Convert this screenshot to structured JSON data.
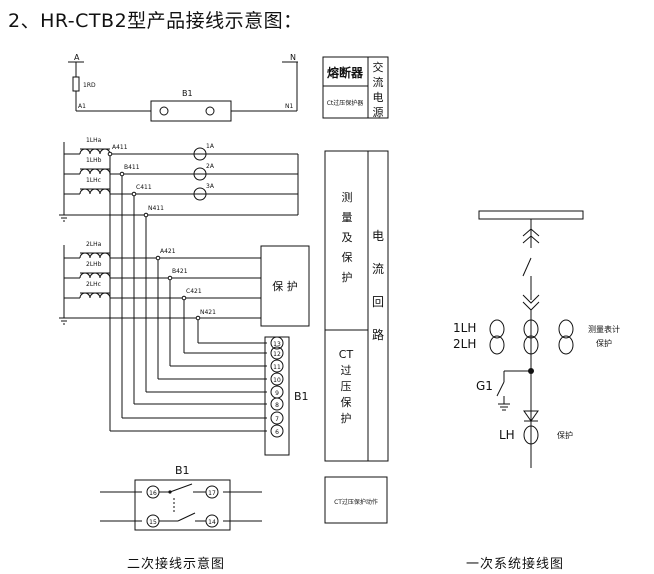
{
  "title": "2、HR-CTB2型产品接线示意图：",
  "captions": {
    "secondary": "二次接线示意图",
    "primary": "一次系统接线图"
  },
  "power": {
    "phase_a": "A",
    "neutral": "N",
    "fuse": "1RD",
    "a1": "A1",
    "n1": "N1",
    "device": "B1"
  },
  "legend": {
    "fuse": "熔断器",
    "ct_protector": "Ct过压保护器",
    "ac_power": [
      "交",
      "流",
      "电",
      "源"
    ],
    "measure": [
      "测",
      "量",
      "及",
      "保",
      "护"
    ],
    "ct_loop": [
      "电",
      "流",
      "回",
      "路"
    ],
    "ct_over": [
      "CT",
      "过",
      "压",
      "保",
      "护"
    ],
    "ct_action": "CT过压保护动作"
  },
  "ct_measure": {
    "cts": [
      "1LHa",
      "1LHb",
      "1LHc"
    ],
    "taps": [
      "A411",
      "B411",
      "C411",
      "N411"
    ],
    "meters": [
      "1A",
      "2A",
      "3A"
    ]
  },
  "ct_protect": {
    "cts": [
      "2LHa",
      "2LHb",
      "2LHc"
    ],
    "taps": [
      "A421",
      "B421",
      "C421",
      "N421"
    ],
    "box": "保 护"
  },
  "terminal_block": {
    "name": "B1",
    "terminals": [
      "13",
      "12",
      "11",
      "10",
      "9",
      "8",
      "7",
      "6"
    ]
  },
  "contacts": {
    "name": "B1",
    "terminals": [
      "16",
      "17",
      "15",
      "14"
    ]
  },
  "primary": {
    "labels": [
      "1LH",
      "2LH",
      "G1",
      "LH"
    ],
    "notes": [
      "测量表计",
      "保护",
      "保护"
    ]
  }
}
